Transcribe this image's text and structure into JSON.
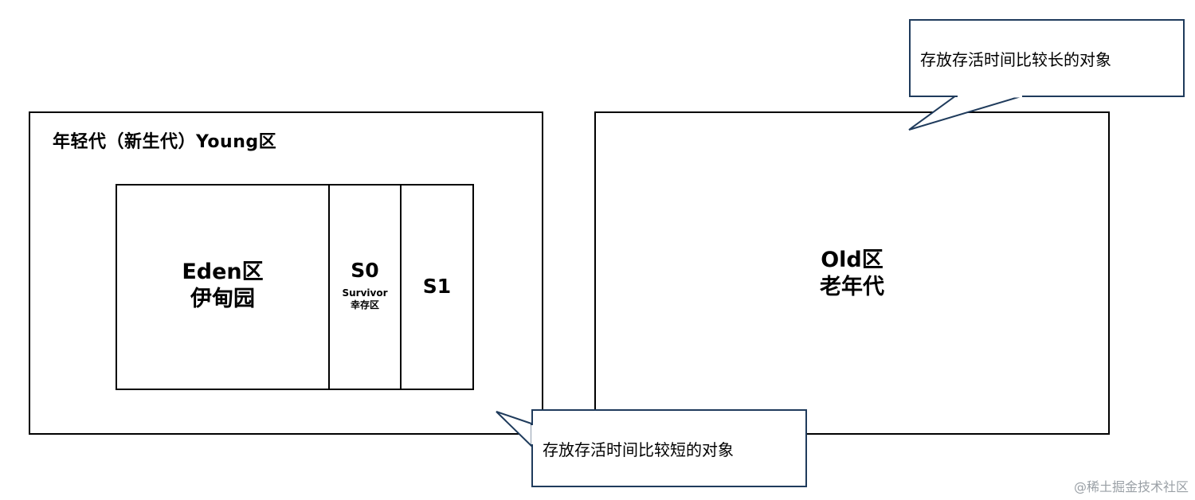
{
  "young_generation": {
    "title": "年轻代（新生代）Young区",
    "eden": {
      "line1": "Eden区",
      "line2": "伊甸园"
    },
    "s0": {
      "name": "S0",
      "sub1": "Survivor",
      "sub2": "幸存区"
    },
    "s1": {
      "name": "S1"
    }
  },
  "old_generation": {
    "line1": "Old区",
    "line2": "老年代"
  },
  "callouts": {
    "old": "存放存活时间比较长的对象",
    "young": "存放存活时间比较短的对象"
  },
  "watermark": "@稀土掘金技术社区"
}
